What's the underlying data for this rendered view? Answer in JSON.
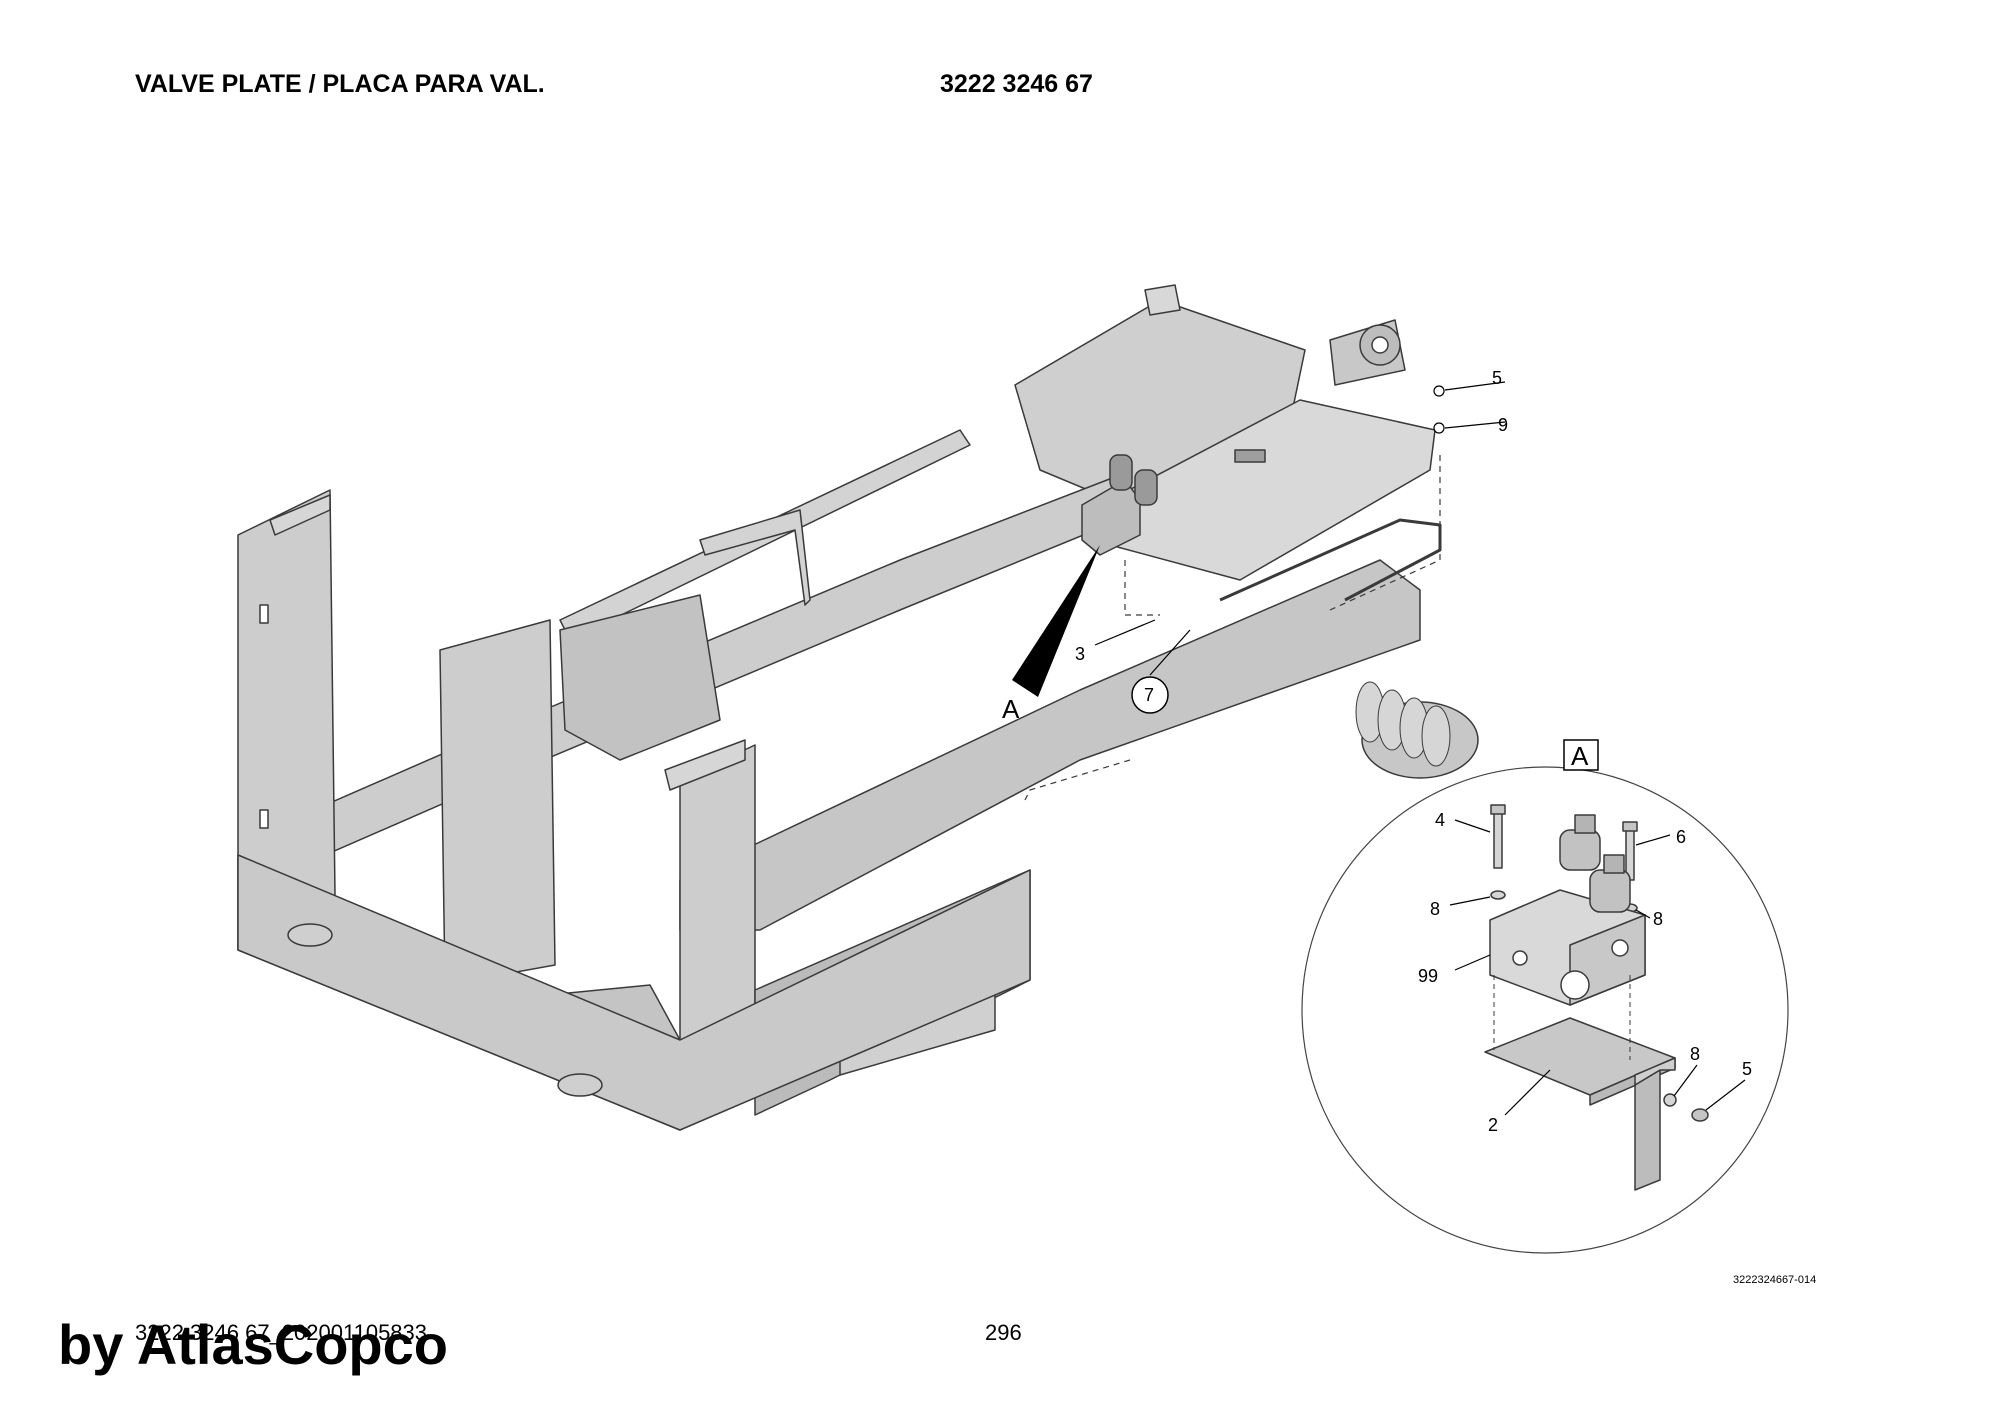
{
  "header": {
    "title": "VALVE PLATE / PLACA PARA VAL.",
    "part_number": "3222 3246 67"
  },
  "main_view": {
    "detail_marker": "A",
    "callouts": {
      "c5": "5",
      "c9": "9",
      "c3": "3",
      "c7": "7"
    }
  },
  "detail": {
    "label": "A",
    "callouts": {
      "c4": "4",
      "c6": "6",
      "c8a": "8",
      "c8b": "8",
      "c99": "99",
      "c8c": "8",
      "c5": "5",
      "c2": "2"
    }
  },
  "footer": {
    "image_ref": "3222324667-014",
    "doc_ref": "3222 3246 67_202001105833",
    "page": "296",
    "brand": "by AtlasCopco"
  },
  "colors": {
    "part_fill": "#cfcfcf",
    "part_dark": "#b5b5b5",
    "line": "#3a3a3a",
    "pointer": "#000000"
  }
}
